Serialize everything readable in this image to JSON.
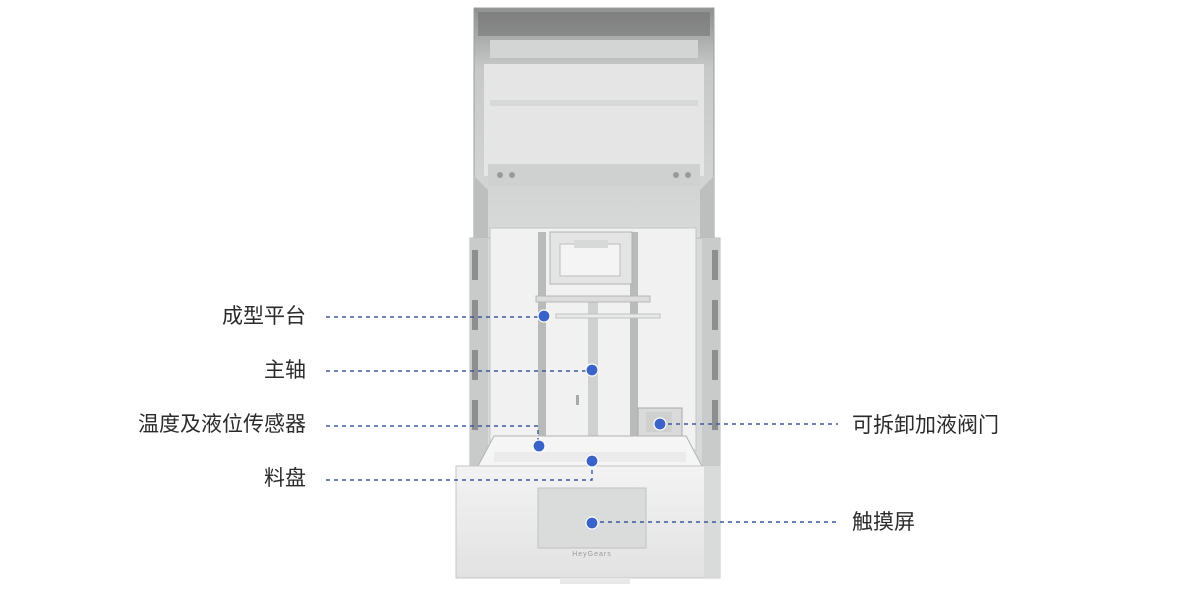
{
  "device": {
    "brand_mark": "HeyGears"
  },
  "callouts": [
    {
      "id": "build-platform",
      "label": "成型平台",
      "side": "left"
    },
    {
      "id": "main-shaft",
      "label": "主轴",
      "side": "left"
    },
    {
      "id": "temp-level-sensor",
      "label": "温度及液位传感器",
      "side": "left"
    },
    {
      "id": "resin-tray",
      "label": "料盘",
      "side": "left"
    },
    {
      "id": "detachable-valve",
      "label": "可拆卸加液阀门",
      "side": "right"
    },
    {
      "id": "touch-screen",
      "label": "触摸屏",
      "side": "right"
    }
  ],
  "colors": {
    "dot": "#3a63c9",
    "leader_line": "#3d5a9c",
    "label_text": "#2b2b2b"
  }
}
